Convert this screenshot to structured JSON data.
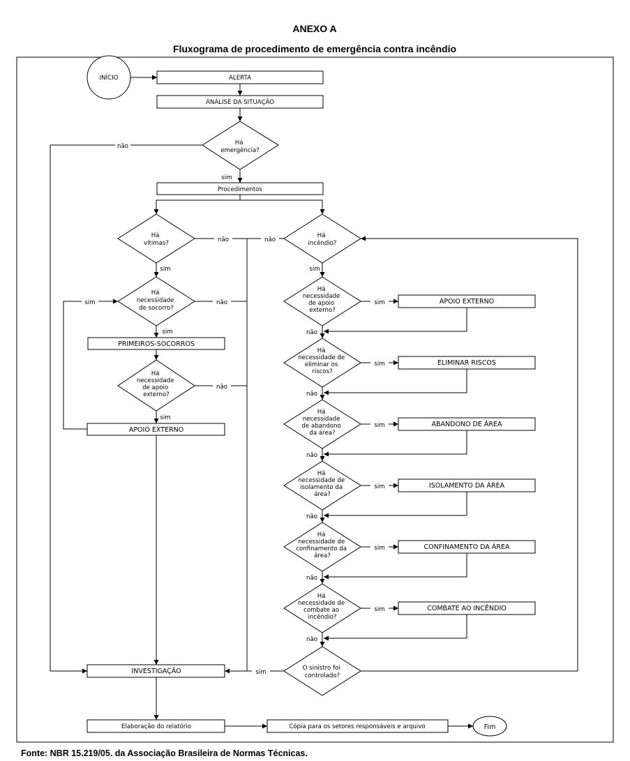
{
  "title": "ANEXO A",
  "subtitle": "Fluxograma de procedimento de emergência contra incêndio",
  "source": "Fonte: NBR 15.219/05. da Associação Brasileira de Normas Técnicas.",
  "nodes": {
    "inicio": "INÍCIO",
    "alerta": "ALERTA",
    "analise": "ANÁLISE DA SITUAÇÃO",
    "ha_emergencia": [
      "Há",
      "emergência?"
    ],
    "procedimentos": "Procedimentos",
    "ha_vitimas": [
      "Há",
      "vítimas?"
    ],
    "ha_socorro": [
      "Há",
      "necessidade",
      "de socorro?"
    ],
    "primeiros_socorros": "PRIMEIROS-SOCORROS",
    "ha_apoio_externo_left": [
      "Há",
      "necessidade",
      "de apoio",
      "externo?"
    ],
    "apoio_externo_left": "APOIO EXTERNO",
    "ha_incendio": [
      "Há",
      "incêndio?"
    ],
    "ha_apoio_externo_right": [
      "Há",
      "necessidade",
      "de apoio",
      "externo?"
    ],
    "apoio_externo_right": "APOIO EXTERNO",
    "ha_eliminar": [
      "Há",
      "necessidade de",
      "eliminar os",
      "riscos?"
    ],
    "eliminar_riscos": "ELIMINAR RISCOS",
    "ha_abandono": [
      "Há",
      "necessidade",
      "de abandono",
      "da área?"
    ],
    "abandono": "ABANDONO DE ÁREA",
    "ha_isolamento": [
      "Há",
      "necessidade de",
      "isolamento da",
      "área?"
    ],
    "isolamento": "ISOLAMENTO DA ÁREA",
    "ha_confinamento": [
      "Há",
      "necessidade de",
      "confinamento da",
      "área?"
    ],
    "confinamento": "CONFINAMENTO DA ÁREA",
    "ha_combate": [
      "Há",
      "necessidade de",
      "combate ao",
      "incêndio?"
    ],
    "combate": "COMBATE AO INCÊNDIO",
    "sinistro": [
      "O sinistro foi",
      "controlado?"
    ],
    "investigacao": "INVESTIGAÇÃO",
    "relatorio": "Elaboração do relatório",
    "copia": "Cópia para os setores responsáveis e arquivo",
    "fim": "Fim"
  },
  "labels": {
    "sim": "sim",
    "nao": "não"
  }
}
